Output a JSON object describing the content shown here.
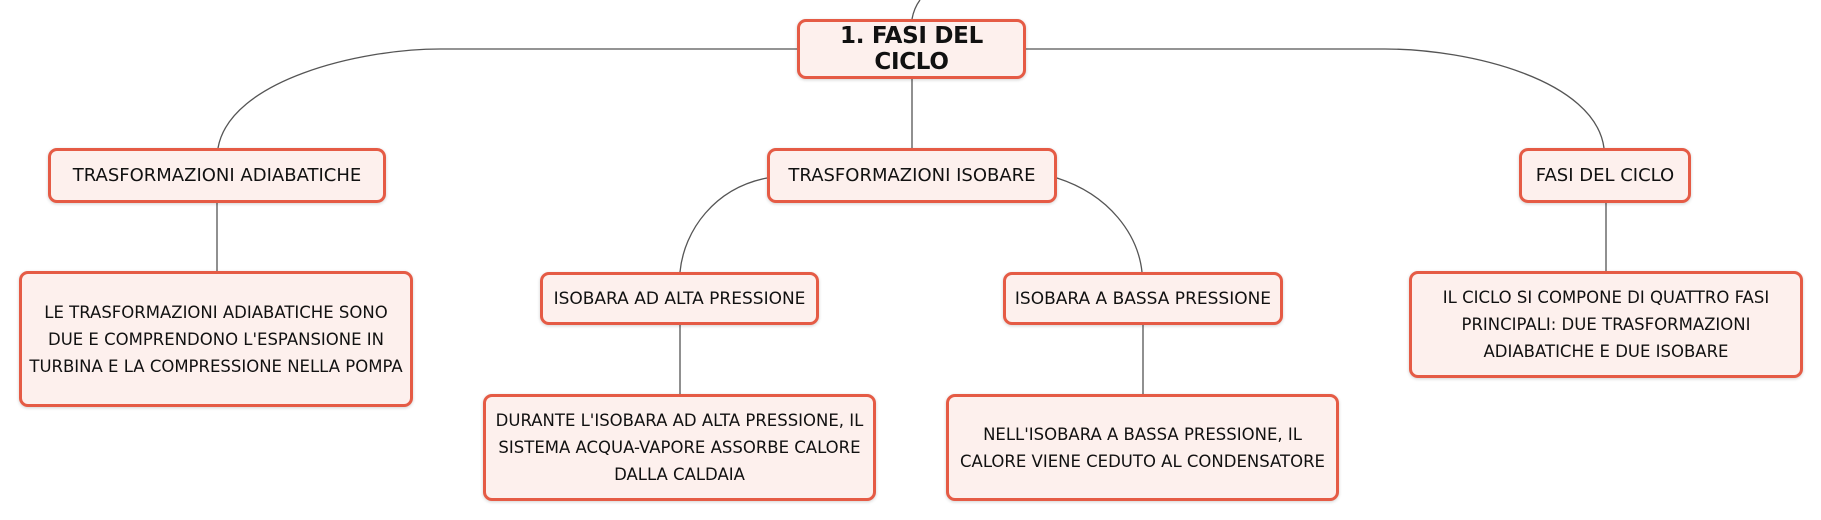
{
  "root": {
    "label": "1. FASI DEL CICLO"
  },
  "branches": {
    "adiabatiche": {
      "label": "TRASFORMAZIONI ADIABATICHE",
      "description": "LE TRASFORMAZIONI ADIABATICHE SONO DUE E COMPRENDONO L'ESPANSIONE IN TURBINA E LA COMPRESSIONE NELLA POMPA"
    },
    "isobare": {
      "label": "TRASFORMAZIONI ISOBARE",
      "alta": {
        "label": "ISOBARA AD ALTA PRESSIONE",
        "description": "DURANTE L'ISOBARA AD ALTA PRESSIONE, IL SISTEMA ACQUA-VAPORE ASSORBE CALORE DALLA CALDAIA"
      },
      "bassa": {
        "label": "ISOBARA A BASSA PRESSIONE",
        "description": "NELL'ISOBARA A BASSA PRESSIONE, IL CALORE VIENE CEDUTO AL CONDENSATORE"
      }
    },
    "fasi": {
      "label": "FASI DEL CICLO",
      "description": "IL CICLO SI COMPONE DI QUATTRO FASI PRINCIPALI: DUE TRASFORMAZIONI ADIABATICHE E DUE ISOBARE"
    }
  },
  "colors": {
    "node_border": "#e55b45",
    "node_fill": "#fdf0ed",
    "connector": "#555555"
  }
}
